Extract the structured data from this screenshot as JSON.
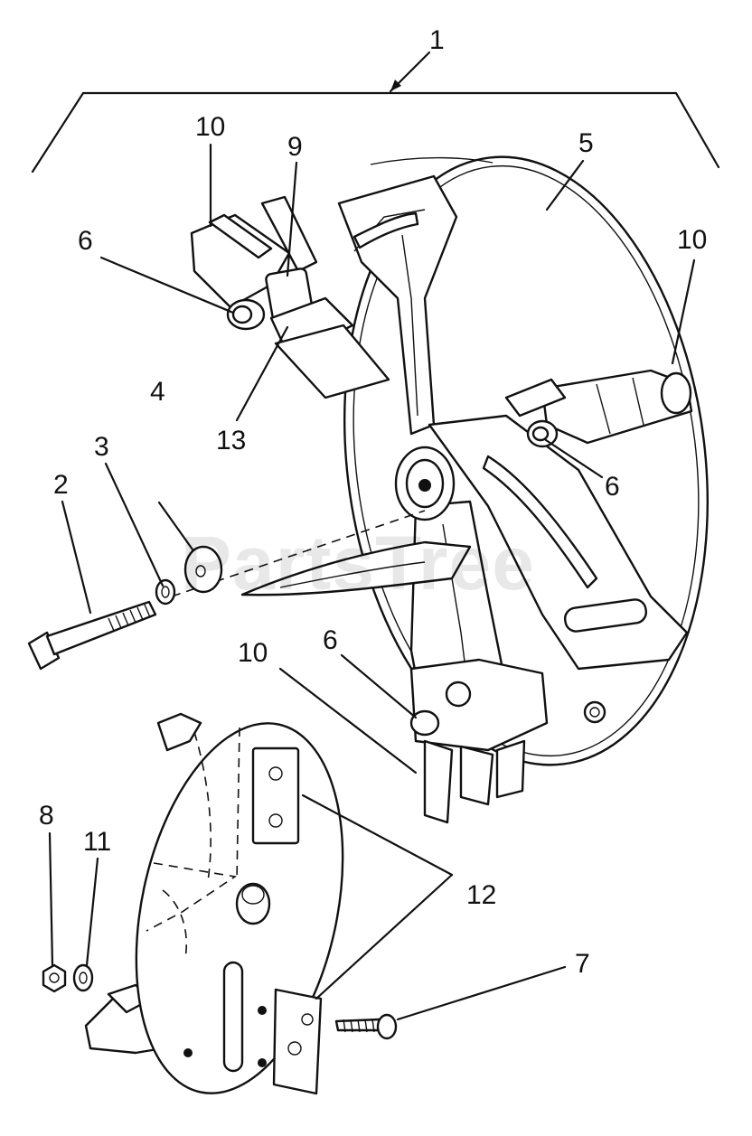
{
  "watermark": "PartsTree",
  "callouts": {
    "c1": "1",
    "c2": "2",
    "c3": "3",
    "c4": "4",
    "c5": "5",
    "c6a": "6",
    "c6b": "6",
    "c6c": "6",
    "c7": "7",
    "c8": "8",
    "c9": "9",
    "c10a": "10",
    "c10b": "10",
    "c10c": "10",
    "c11": "11",
    "c12": "12",
    "c13": "13"
  }
}
